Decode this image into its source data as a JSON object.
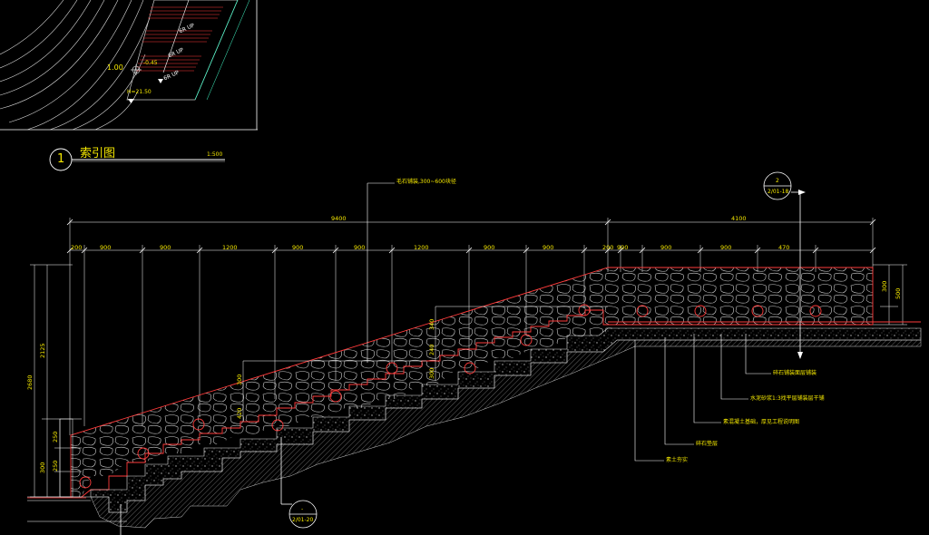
{
  "index_title": {
    "number": "1",
    "text": "索引图",
    "scale": "1:500"
  },
  "plan_labels": {
    "up1": "6R UP",
    "up2": "6R UP",
    "up3": "6R UP",
    "elev_top": "1.00",
    "elev_mid": "-0.45",
    "elev_bot": "H=21.50"
  },
  "callout_top": "毛石铺装,300~600块径",
  "dims_top": {
    "left_total": "9400",
    "right_total": "4100"
  },
  "dims_row": [
    "200",
    "900",
    "900",
    "1200",
    "900",
    "900",
    "1200",
    "900",
    "900",
    "200",
    "900",
    "900",
    "900",
    "470"
  ],
  "dims_left": {
    "total": "2680",
    "upper": "2125",
    "a": "250",
    "b": "300",
    "c": "250"
  },
  "dims_right": {
    "a": "300",
    "b": "500"
  },
  "dims_mid": {
    "a": "300",
    "b": "420",
    "c": "340",
    "d": "240",
    "e": "300"
  },
  "ref_top": {
    "num": "2",
    "sheet": "2/01-18"
  },
  "ref_bot": {
    "num": "-",
    "sheet": "2/01-20"
  },
  "annotations": [
    "碎石铺装面层铺装",
    "水泥砂浆1:3找平层铺装层干铺",
    "素混凝土基础，厚见工程说明图",
    "碎石垫层",
    "素土夯实"
  ]
}
